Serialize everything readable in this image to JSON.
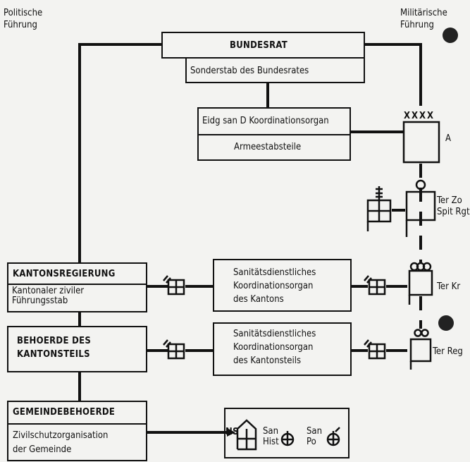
{
  "header": {
    "political_line1": "Politische",
    "political_line2": "Führung",
    "military_line1": "Militärische",
    "military_line2": "Führung"
  },
  "federal": {
    "bundesrat": "BUNDESRAT",
    "sonderstab": "Sonderstab des Bundesrates",
    "koordinationsorgan": "Eidg san D Koordinationsorgan",
    "armeestab": "Armeestabsteile"
  },
  "canton": {
    "regierung": "KANTONSREGIERUNG",
    "stab_line1": "Kantonaler ziviler",
    "stab_line2": "Führungsstab",
    "san_line1": "Sanitätsdienstliches",
    "san_line2": "Koordinationsorgan",
    "san_line3": "des Kantons"
  },
  "kantonsteil": {
    "behoerde_line1": "BEHOERDE DES",
    "behoerde_line2": "KANTONSTEILS",
    "san_line1": "Sanitätsdienstliches",
    "san_line2": "Koordinationsorgan",
    "san_line3": "des Kantonsteils"
  },
  "gemeinde": {
    "behoerde": "GEMEINDEBEHOERDE",
    "zivilschutz_line1": "Zivilschutzorganisation",
    "zivilschutz_line2": "der Gemeinde",
    "ns": "NS",
    "san_hist_line1": "San",
    "san_hist_line2": "Hist",
    "san_po_line1": "San",
    "san_po_line2": "Po"
  },
  "military": {
    "armee_symbol": "XXXX",
    "armee": "A",
    "ter_zo": "Ter Zo",
    "spit_rgt": "Spit Rgt",
    "ter_kr": "Ter Kr",
    "ter_reg": "Ter Reg"
  }
}
